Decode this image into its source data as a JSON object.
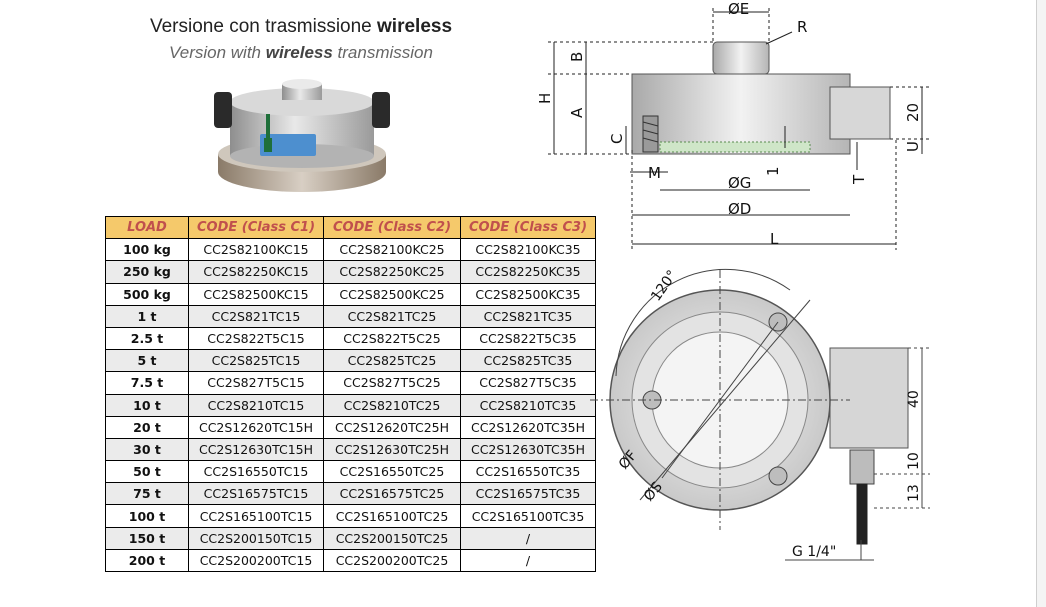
{
  "header": {
    "title_it_prefix": "Versione con trasmissione ",
    "title_it_bold": "wireless",
    "title_en_prefix": "Version with ",
    "title_en_bold": "wireless",
    "title_en_suffix": " transmission"
  },
  "table": {
    "headers": [
      "LOAD",
      "CODE (Class C1)",
      "CODE (Class C2)",
      "CODE (Class C3)"
    ],
    "rows": [
      [
        "100 kg",
        "CC2S82100KC15",
        "CC2S82100KC25",
        "CC2S82100KC35"
      ],
      [
        "250 kg",
        "CC2S82250KC15",
        "CC2S82250KC25",
        "CC2S82250KC35"
      ],
      [
        "500 kg",
        "CC2S82500KC15",
        "CC2S82500KC25",
        "CC2S82500KC35"
      ],
      [
        "1 t",
        "CC2S821TC15",
        "CC2S821TC25",
        "CC2S821TC35"
      ],
      [
        "2.5 t",
        "CC2S822T5C15",
        "CC2S822T5C25",
        "CC2S822T5C35"
      ],
      [
        "5 t",
        "CC2S825TC15",
        "CC2S825TC25",
        "CC2S825TC35"
      ],
      [
        "7.5 t",
        "CC2S827T5C15",
        "CC2S827T5C25",
        "CC2S827T5C35"
      ],
      [
        "10 t",
        "CC2S8210TC15",
        "CC2S8210TC25",
        "CC2S8210TC35"
      ],
      [
        "20 t",
        "CC2S12620TC15H",
        "CC2S12620TC25H",
        "CC2S12620TC35H"
      ],
      [
        "30 t",
        "CC2S12630TC15H",
        "CC2S12630TC25H",
        "CC2S12630TC35H"
      ],
      [
        "50 t",
        "CC2S16550TC15",
        "CC2S16550TC25",
        "CC2S16550TC35"
      ],
      [
        "75 t",
        "CC2S16575TC15",
        "CC2S16575TC25",
        "CC2S16575TC35"
      ],
      [
        "100 t",
        "CC2S165100TC15",
        "CC2S165100TC25",
        "CC2S165100TC35"
      ],
      [
        "150 t",
        "CC2S200150TC15",
        "CC2S200150TC25",
        "/"
      ],
      [
        "200 t",
        "CC2S200200TC15",
        "CC2S200200TC25",
        "/"
      ]
    ]
  },
  "drawing": {
    "labels": {
      "E": "ØE",
      "R": "R",
      "B": "B",
      "H": "H",
      "A": "A",
      "C": "C",
      "M": "M",
      "G": "ØG",
      "D": "ØD",
      "one": "1",
      "T": "T",
      "U": "U",
      "twenty": "20",
      "L": "L",
      "angle": "120°",
      "F": "ØF",
      "S": "ØS",
      "forty": "40",
      "ten": "10",
      "thirteen": "13",
      "thread": "G 1/4\""
    }
  },
  "colors": {
    "header_bg": "#f5c96b",
    "header_text": "#c0504d",
    "alt_row": "#ebebeb"
  }
}
